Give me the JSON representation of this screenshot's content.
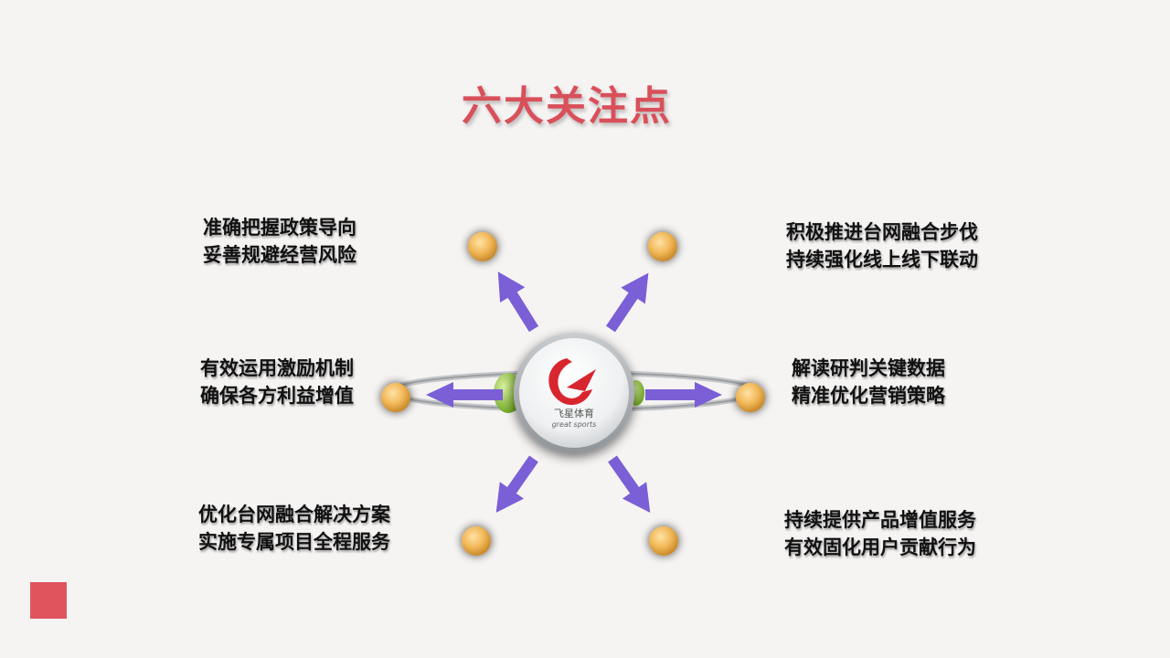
{
  "title": "六大关注点",
  "hub": {
    "logo_cn": "飞星体育",
    "logo_en": "great sports"
  },
  "points": {
    "top_left": {
      "line1": "准确把握政策导向",
      "line2": "妥善规避经营风险"
    },
    "top_right": {
      "line1": "积极推进台网融合步伐",
      "line2": "持续强化线上线下联动"
    },
    "mid_left": {
      "line1": "有效运用激励机制",
      "line2": "确保各方利益增值"
    },
    "mid_right": {
      "line1": "解读研判关键数据",
      "line2": "精准优化营销策略"
    },
    "bottom_left": {
      "line1": "优化台网融合解决方案",
      "line2": "实施专属项目全程服务"
    },
    "bottom_right": {
      "line1": "持续提供产品增值服务",
      "line2": "有效固化用户贡献行为"
    }
  },
  "colors": {
    "title": "#d9505a",
    "arrow": "#7a5fd6",
    "node": "#f2b95a",
    "accent_square": "#e0545e",
    "logo_red": "#d8262f"
  }
}
